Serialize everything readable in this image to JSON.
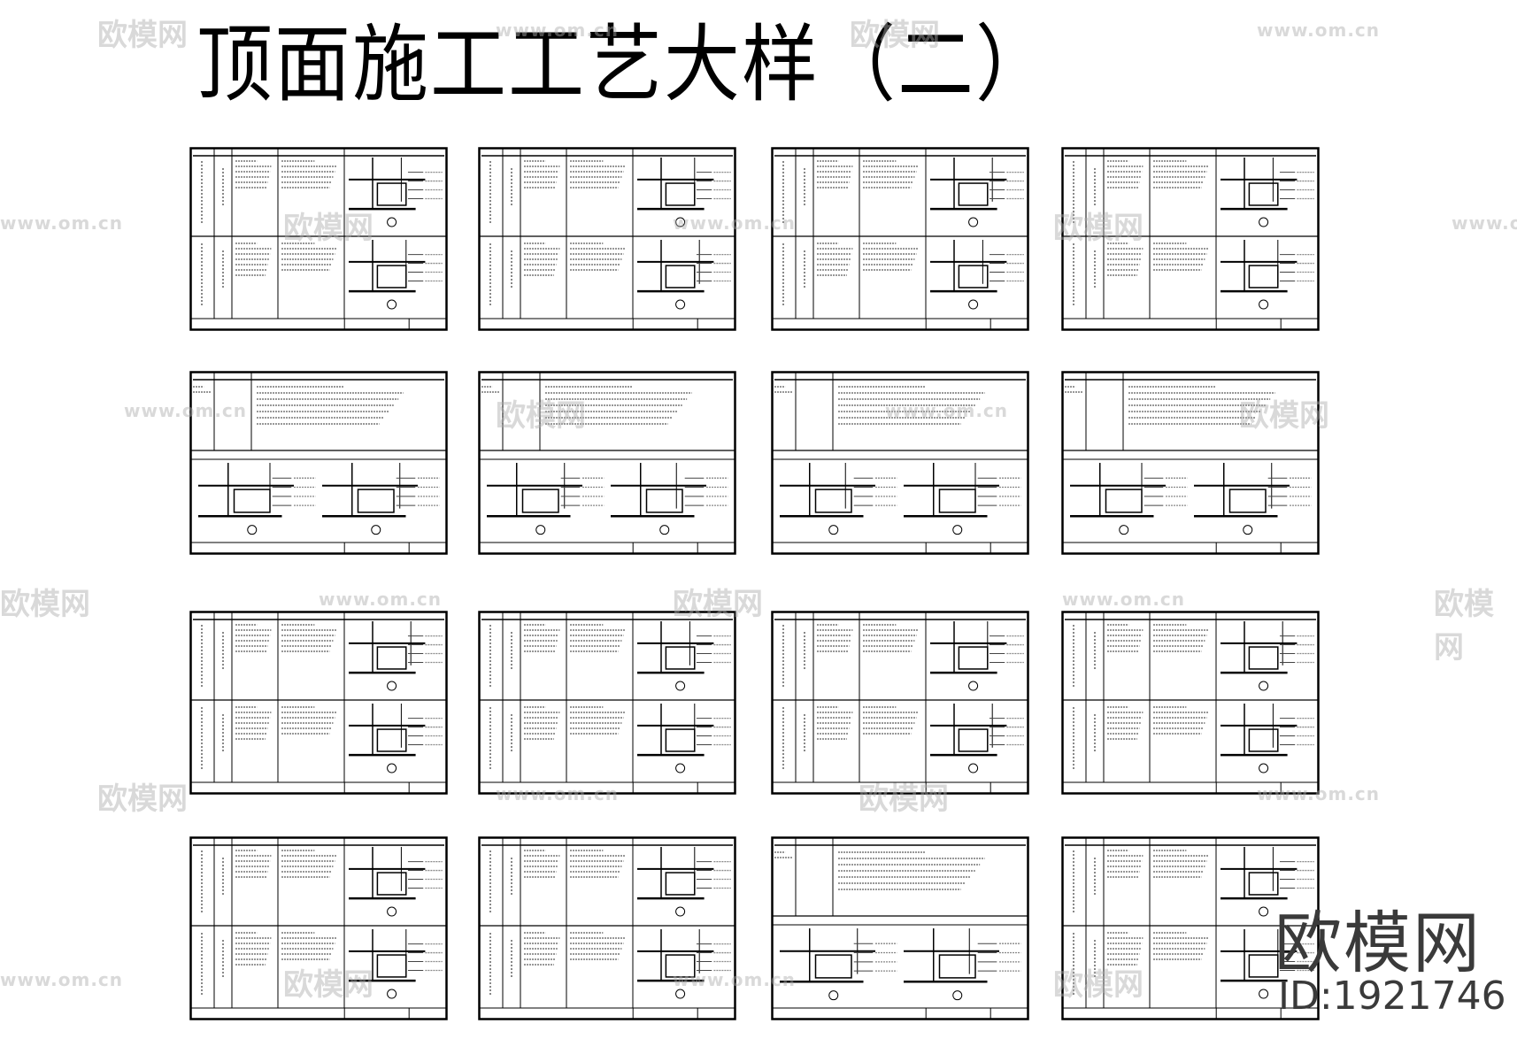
{
  "page": {
    "title": "顶面施工工艺大样（二）"
  },
  "sheets": {
    "rows": 4,
    "columns": 4,
    "layouts": [
      "two-row",
      "two-row",
      "two-row",
      "two-row",
      "text-top",
      "text-top",
      "text-top",
      "text-top",
      "two-row",
      "two-row",
      "two-row",
      "two-row",
      "two-row",
      "two-row",
      "text-top",
      "two-row"
    ]
  },
  "watermark": {
    "brand": "欧模网",
    "url": "www.om.cn",
    "id": "ID:1921746",
    "color": "#3a3a3a"
  }
}
